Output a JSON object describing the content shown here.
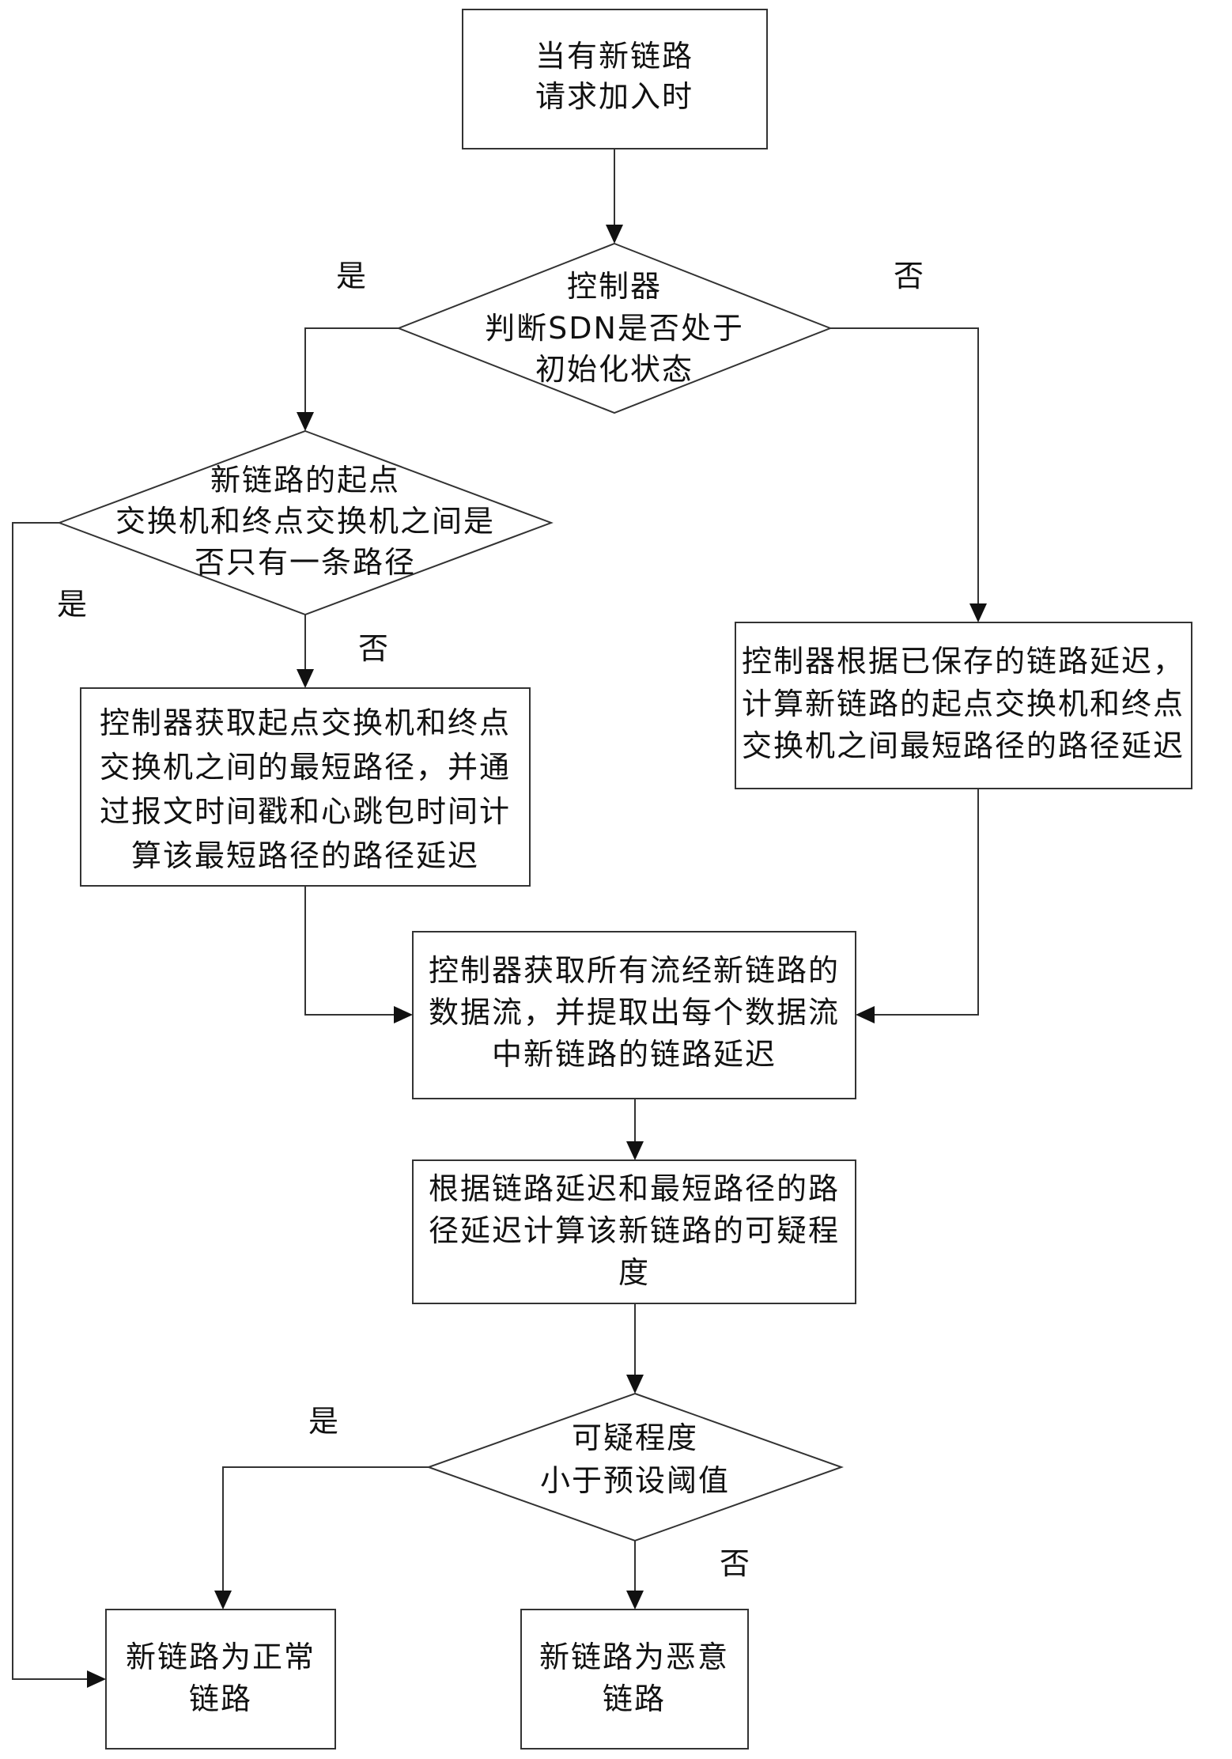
{
  "nodes": {
    "start": [
      "当有新链路",
      "请求加入时"
    ],
    "init_check": [
      "控制器",
      "判断SDN是否处于",
      "初始化状态"
    ],
    "single_path_check": [
      "新链路的起点",
      "交换机和终点交换机之间是",
      "否只有一条路径"
    ],
    "get_shortest_path": [
      "控制器获取起点交换机和终点",
      "交换机之间的最短路径，并通",
      "过报文时间戳和心跳包时间计",
      "算该最短路径的路径延迟"
    ],
    "calc_saved_delay": [
      "控制器根据已保存的链路延迟，",
      "计算新链路的起点交换机和终点",
      "交换机之间最短路径的路径延迟"
    ],
    "get_flows": [
      "控制器获取所有流经新链路的",
      "数据流，并提取出每个数据流",
      "中新链路的链路延迟"
    ],
    "calc_suspicion": [
      "根据链路延迟和最短路径的路",
      "径延迟计算该新链路的可疑程",
      "度"
    ],
    "threshold_check": [
      "可疑程度",
      "小于预设阈值"
    ],
    "normal_link": [
      "新链路为正常",
      "链路"
    ],
    "malicious_link": [
      "新链路为恶意",
      "链路"
    ]
  },
  "edge_labels": {
    "init_yes": "是",
    "init_no": "否",
    "single_yes": "是",
    "single_no": "否",
    "threshold_yes": "是",
    "threshold_no": "否"
  }
}
